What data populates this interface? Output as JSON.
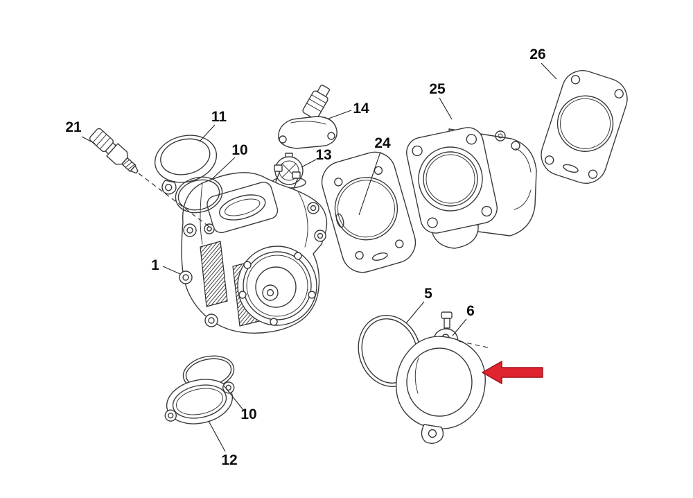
{
  "diagram": {
    "kind": "engine-cylinder-head-exploded-parts-diagram",
    "colors": {
      "background": "#ffffff",
      "line": "#3a3a3a",
      "arrow": "#e02430"
    },
    "labels": [
      {
        "part": "21",
        "text": "21"
      },
      {
        "part": "11",
        "text": "11"
      },
      {
        "part": "10-upper",
        "text": "10"
      },
      {
        "part": "14",
        "text": "14"
      },
      {
        "part": "13",
        "text": "13"
      },
      {
        "part": "24",
        "text": "24"
      },
      {
        "part": "25",
        "text": "25"
      },
      {
        "part": "26",
        "text": "26"
      },
      {
        "part": "1",
        "text": "1"
      },
      {
        "part": "5",
        "text": "5"
      },
      {
        "part": "6",
        "text": "6"
      },
      {
        "part": "10-lower",
        "text": "10"
      },
      {
        "part": "12",
        "text": "12"
      }
    ]
  }
}
